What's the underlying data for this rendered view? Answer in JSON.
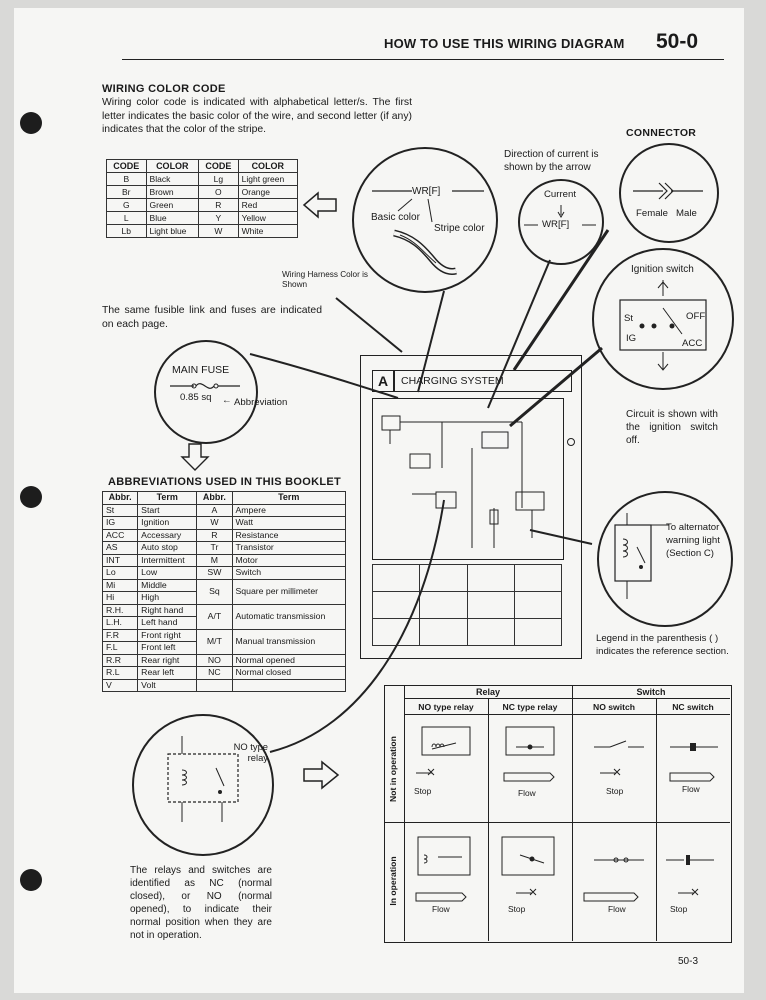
{
  "header": {
    "title": "HOW TO USE THIS WIRING DIAGRAM",
    "section": "50-0"
  },
  "color_code": {
    "heading": "WIRING COLOR CODE",
    "text": "Wiring color code is indicated with alphabetical letter/s. The first letter indicates the basic color of the wire, and second letter (if any) indicates that the color of the stripe.",
    "columns": [
      "CODE",
      "COLOR",
      "CODE",
      "COLOR"
    ],
    "rows": [
      [
        "B",
        "Black",
        "Lg",
        "Light green"
      ],
      [
        "Br",
        "Brown",
        "O",
        "Orange"
      ],
      [
        "G",
        "Green",
        "R",
        "Red"
      ],
      [
        "L",
        "Blue",
        "Y",
        "Yellow"
      ],
      [
        "Lb",
        "Light blue",
        "W",
        "White"
      ]
    ]
  },
  "wire_callout": {
    "code": "WR[F]",
    "basic": "Basic color",
    "stripe": "Stripe color"
  },
  "current_callout": {
    "caption": "Direction of current is shown by the arrow",
    "label": "Current",
    "code": "WR[F]"
  },
  "connector": {
    "title": "CONNECTOR",
    "female": "Female",
    "male": "Male"
  },
  "ignition": {
    "title": "Ignition switch",
    "st": "St",
    "off": "OFF",
    "ig": "IG",
    "acc": "ACC",
    "caption": "Circuit is shown with the ignition switch off."
  },
  "harness_note": "Wiring Harness Color is Shown",
  "fuse_note": "The same fusible link and fuses are indicated on each page.",
  "main_fuse": {
    "title": "MAIN FUSE",
    "value": "0.85 sq",
    "note": "Abbreviation"
  },
  "diagram": {
    "letter": "A",
    "title": "CHARGING SYSTEM"
  },
  "alternator": {
    "note": "To alternator warning light (Section C)"
  },
  "legend_note": "Legend in the parenthesis ( ) indicates the reference section.",
  "abbreviations": {
    "heading": "ABBREVIATIONS USED IN THIS BOOKLET",
    "columns": [
      "Abbr.",
      "Term",
      "Abbr.",
      "Term"
    ],
    "rows": [
      [
        "St",
        "Start",
        "A",
        "Ampere"
      ],
      [
        "IG",
        "Ignition",
        "W",
        "Watt"
      ],
      [
        "ACC",
        "Accessary",
        "R",
        "Resistance"
      ],
      [
        "AS",
        "Auto stop",
        "Tr",
        "Transistor"
      ],
      [
        "INT",
        "Intermittent",
        "M",
        "Motor"
      ],
      [
        "Lo",
        "Low",
        "SW",
        "Switch"
      ],
      [
        "Mi",
        "Middle",
        "Sq",
        "Square per millimeter"
      ],
      [
        "Hi",
        "High",
        "",
        ""
      ],
      [
        "R.H.",
        "Right hand",
        "A/T",
        "Automatic transmission"
      ],
      [
        "L.H.",
        "Left hand",
        "",
        ""
      ],
      [
        "F.R",
        "Front right",
        "M/T",
        "Manual transmission"
      ],
      [
        "F.L",
        "Front left",
        "",
        ""
      ],
      [
        "R.R",
        "Rear right",
        "NO",
        "Normal opened"
      ],
      [
        "R.L",
        "Rear left",
        "NC",
        "Normal closed"
      ],
      [
        "V",
        "Volt",
        "",
        ""
      ]
    ]
  },
  "no_relay": {
    "label": "NO type relay"
  },
  "relay_note": "The relays and switches are identified as NC (normal closed), or NO (normal opened), to indicate their normal position when they are not in operation.",
  "relay_table": {
    "group_relay": "Relay",
    "group_switch": "Switch",
    "cols": [
      "NO type relay",
      "NC type relay",
      "NO switch",
      "NC switch"
    ],
    "row1": "Not in operation",
    "row2": "In operation",
    "states_row1": [
      "Stop",
      "Flow",
      "Stop",
      "Flow"
    ],
    "states_row2": [
      "Flow",
      "Stop",
      "Flow",
      "Stop"
    ]
  },
  "page_number": "50-3"
}
